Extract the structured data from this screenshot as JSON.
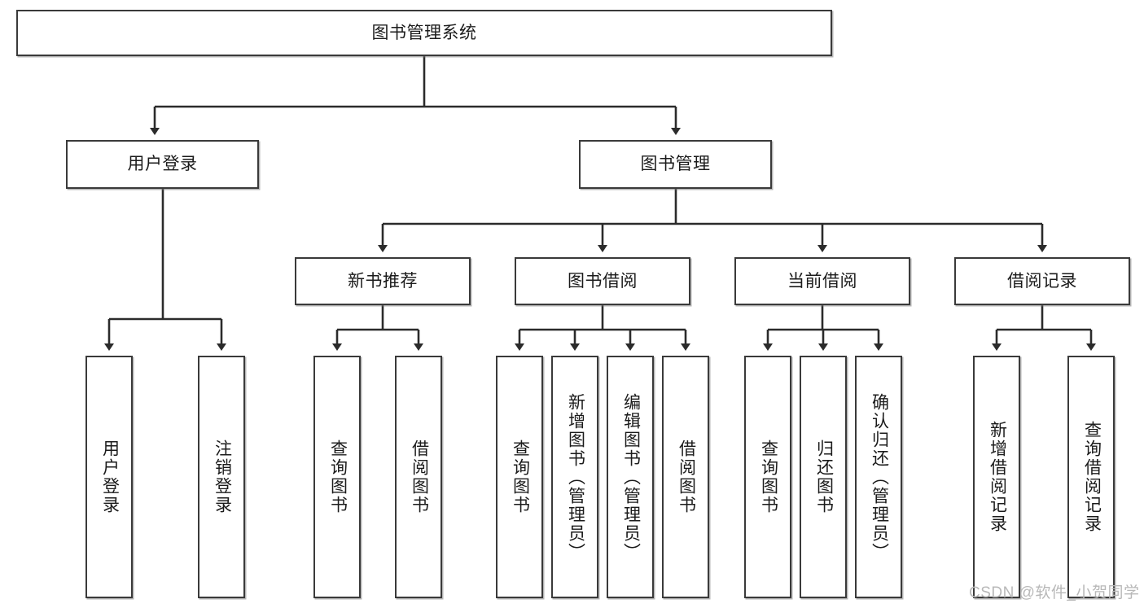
{
  "diagram": {
    "type": "hierarchy-tree",
    "title": "图书管理系统",
    "style": {
      "box_border_color": "#3a3a3a",
      "box_fill_color": "#ffffff",
      "text_color": "#1b1b1b",
      "edge_color": "#2b2b2b",
      "watermark_color": "#b8b8b8"
    },
    "levels": {
      "root": {
        "label": "图书管理系统"
      },
      "level2": [
        {
          "label": "用户登录"
        },
        {
          "label": "图书管理"
        }
      ],
      "level3": [
        {
          "label": "新书推荐"
        },
        {
          "label": "图书借阅"
        },
        {
          "label": "当前借阅"
        },
        {
          "label": "借阅记录"
        }
      ],
      "leaves": {
        "user_login": [
          {
            "label": "用户登录"
          },
          {
            "label": "注销登录"
          }
        ],
        "new_book_recommend": [
          {
            "label": "查询图书"
          },
          {
            "label": "借阅图书"
          }
        ],
        "book_borrow": [
          {
            "label": "查询图书"
          },
          {
            "label": "新增图书（管理员）"
          },
          {
            "label": "编辑图书（管理员）"
          },
          {
            "label": "借阅图书"
          }
        ],
        "current_borrow": [
          {
            "label": "查询图书"
          },
          {
            "label": "归还图书"
          },
          {
            "label": "确认归还（管理员）"
          }
        ],
        "borrow_record": [
          {
            "label": "新增借阅记录"
          },
          {
            "label": "查询借阅记录"
          }
        ]
      }
    },
    "watermark": "CSDN @软件_小贺同学"
  }
}
